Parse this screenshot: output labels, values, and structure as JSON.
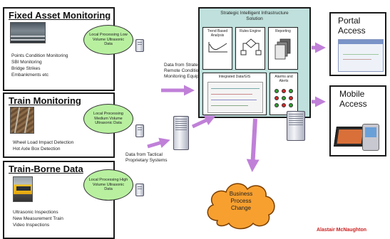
{
  "fixed_asset": {
    "title": "Fixed Asset Monitoring",
    "oval": "Local Processing Low Volume Ultrasonic Data",
    "items": [
      "Points Condition Monitoring",
      "SBI Monitoring",
      "Bridge Strikes",
      "Embankments etc"
    ]
  },
  "train_monitoring": {
    "title": "Train Monitoring",
    "oval": "Local Processing Medium Volume Ultrasonic Data",
    "items": [
      "Wheel Load Impact Detection",
      "Hot Axle Box Detection"
    ]
  },
  "train_borne": {
    "title": "Train-Borne Data",
    "oval": "Local Processing High Volume Ultrasonic Data",
    "items": [
      "Ultrasonic Inspections",
      "New Measurement Train",
      "Video Inspections"
    ]
  },
  "notes": {
    "remote": [
      "Data from Strategic",
      "Remote Condition",
      "Monitoring Equipment"
    ],
    "tactical": [
      "Data from Tactical",
      "Proprietary Systems"
    ]
  },
  "center": {
    "title": "Strategic Intelligent Infrastructure Solution",
    "panels": {
      "trend": "Trend Based Analysis",
      "rules": "Rules Engine",
      "reporting": "Reporting",
      "integrated": "Integrated Data/GIS",
      "alarms": "Alarms and Alerts"
    }
  },
  "portal": {
    "title": "Portal Access"
  },
  "mobile": {
    "title": "Mobile Access"
  },
  "cloud": {
    "label": "Business Process Change"
  },
  "author": "Alastair McNaughton",
  "colors": {
    "teal_panel": "#bfe0dc",
    "oval_green": "#b8f0a0",
    "arrow_purple": "#c080d8",
    "cloud_orange": "#f7a030",
    "author_red": "#cc2020"
  }
}
